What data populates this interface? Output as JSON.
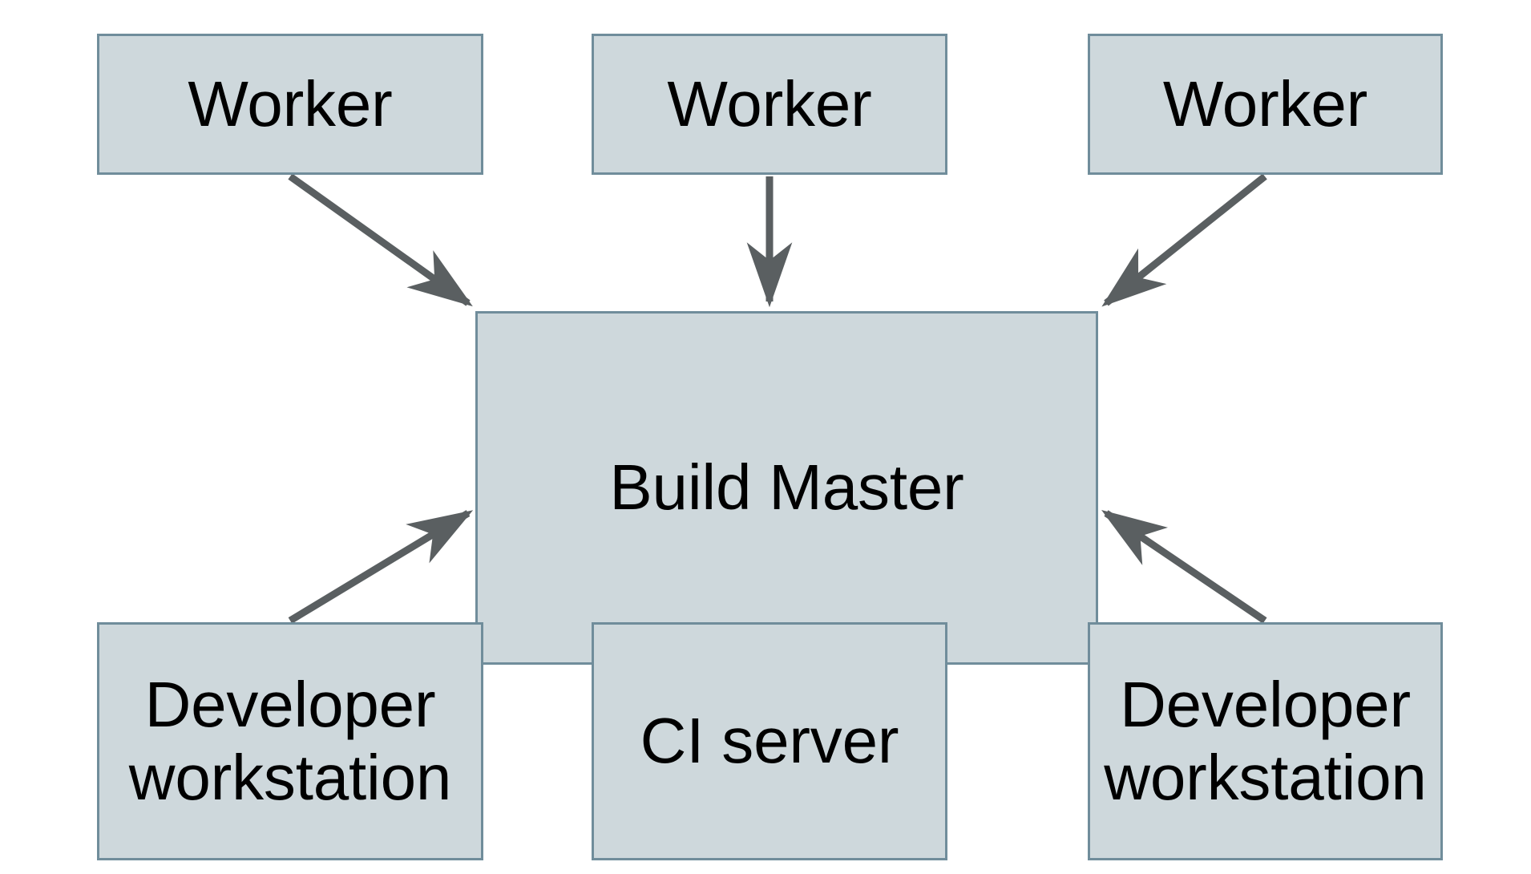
{
  "diagram": {
    "background_color": "#ffffff",
    "node_fill": "#ced8dc",
    "node_border": "#708d9b",
    "edge_color": "#5a5f61",
    "text_color": "#000000",
    "nodes": [
      {
        "id": "worker-1",
        "label": "Worker"
      },
      {
        "id": "worker-2",
        "label": "Worker"
      },
      {
        "id": "worker-3",
        "label": "Worker"
      },
      {
        "id": "build-master",
        "label": "Build Master"
      },
      {
        "id": "dev-ws-left",
        "label": "Developer\nworkstation"
      },
      {
        "id": "ci-server",
        "label": "CI server"
      },
      {
        "id": "dev-ws-right",
        "label": "Developer\nworkstation"
      }
    ],
    "edges": [
      {
        "from": "worker-1",
        "to": "build-master",
        "arrow": "to"
      },
      {
        "from": "worker-2",
        "to": "build-master",
        "arrow": "to"
      },
      {
        "from": "worker-3",
        "to": "build-master",
        "arrow": "to"
      },
      {
        "from": "dev-ws-left",
        "to": "build-master",
        "arrow": "to"
      },
      {
        "from": "ci-server",
        "to": "build-master",
        "arrow": "to"
      },
      {
        "from": "dev-ws-right",
        "to": "build-master",
        "arrow": "to"
      }
    ]
  }
}
